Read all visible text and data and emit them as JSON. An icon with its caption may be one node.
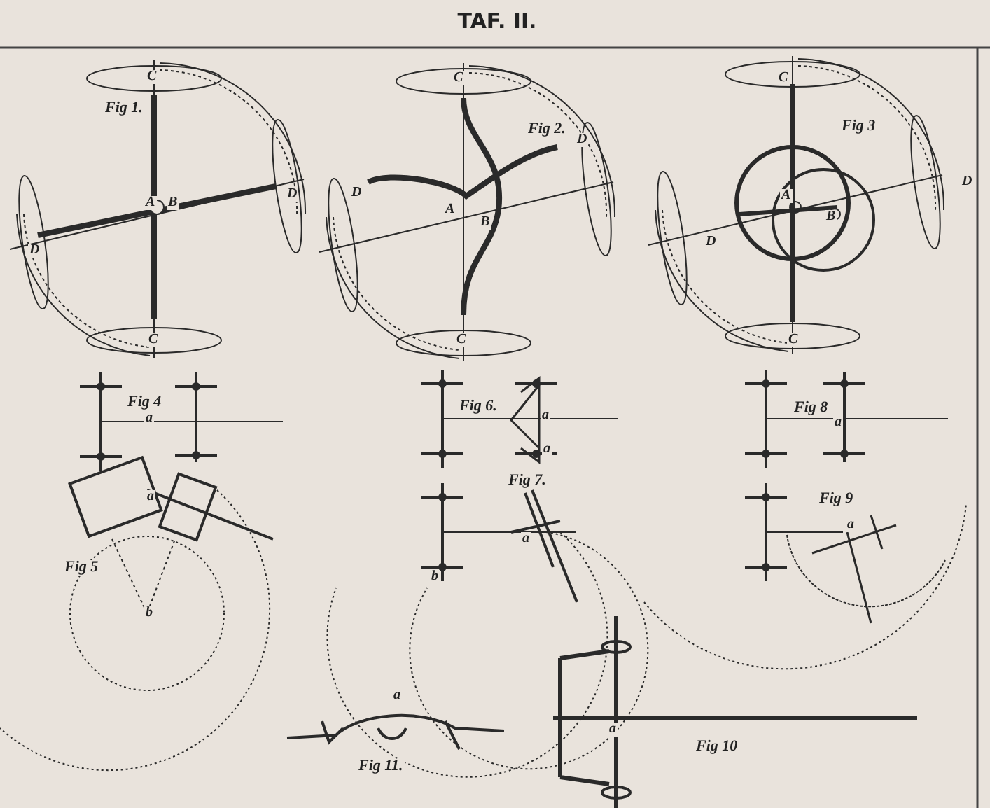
{
  "diagram": {
    "title": "TAF. II.",
    "labels": [
      "C",
      "Fig 1.",
      "A",
      "B",
      "D",
      "D",
      "C",
      "C",
      "Fig 2.",
      "D",
      "D",
      "A",
      "B",
      "C",
      "C",
      "Fig 3",
      "A",
      "B",
      "D",
      "D",
      "C",
      "Fig 4",
      "a",
      "a",
      "Fig 5",
      "b",
      "Fig 6.",
      "a",
      "a",
      "Fig 7.",
      "a",
      "b",
      "Fig 8",
      "a",
      "Fig 9",
      "a",
      "a",
      "Fig 11.",
      "a",
      "Fig 10"
    ]
  }
}
